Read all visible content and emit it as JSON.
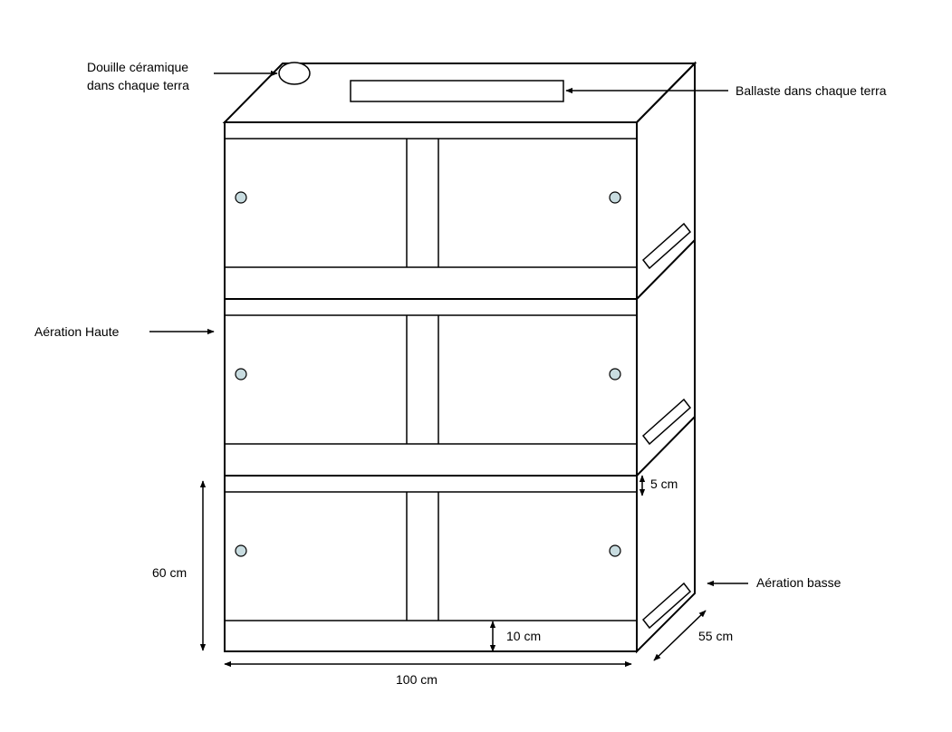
{
  "labels": {
    "socket_line1": "Douille céramique",
    "socket_line2": "dans chaque terra",
    "ballast": "Ballaste dans chaque terra",
    "vent_top": "Aération Haute",
    "vent_bottom": "Aération basse",
    "dim_height": "60 cm",
    "dim_rail_top": "5 cm",
    "dim_rail_bottom": "10 cm",
    "dim_width": "100 cm",
    "dim_depth": "55 cm"
  },
  "colors": {
    "line": "#000000",
    "knob": "#c8dce0",
    "background": "#ffffff"
  },
  "terrarium_count": 3
}
